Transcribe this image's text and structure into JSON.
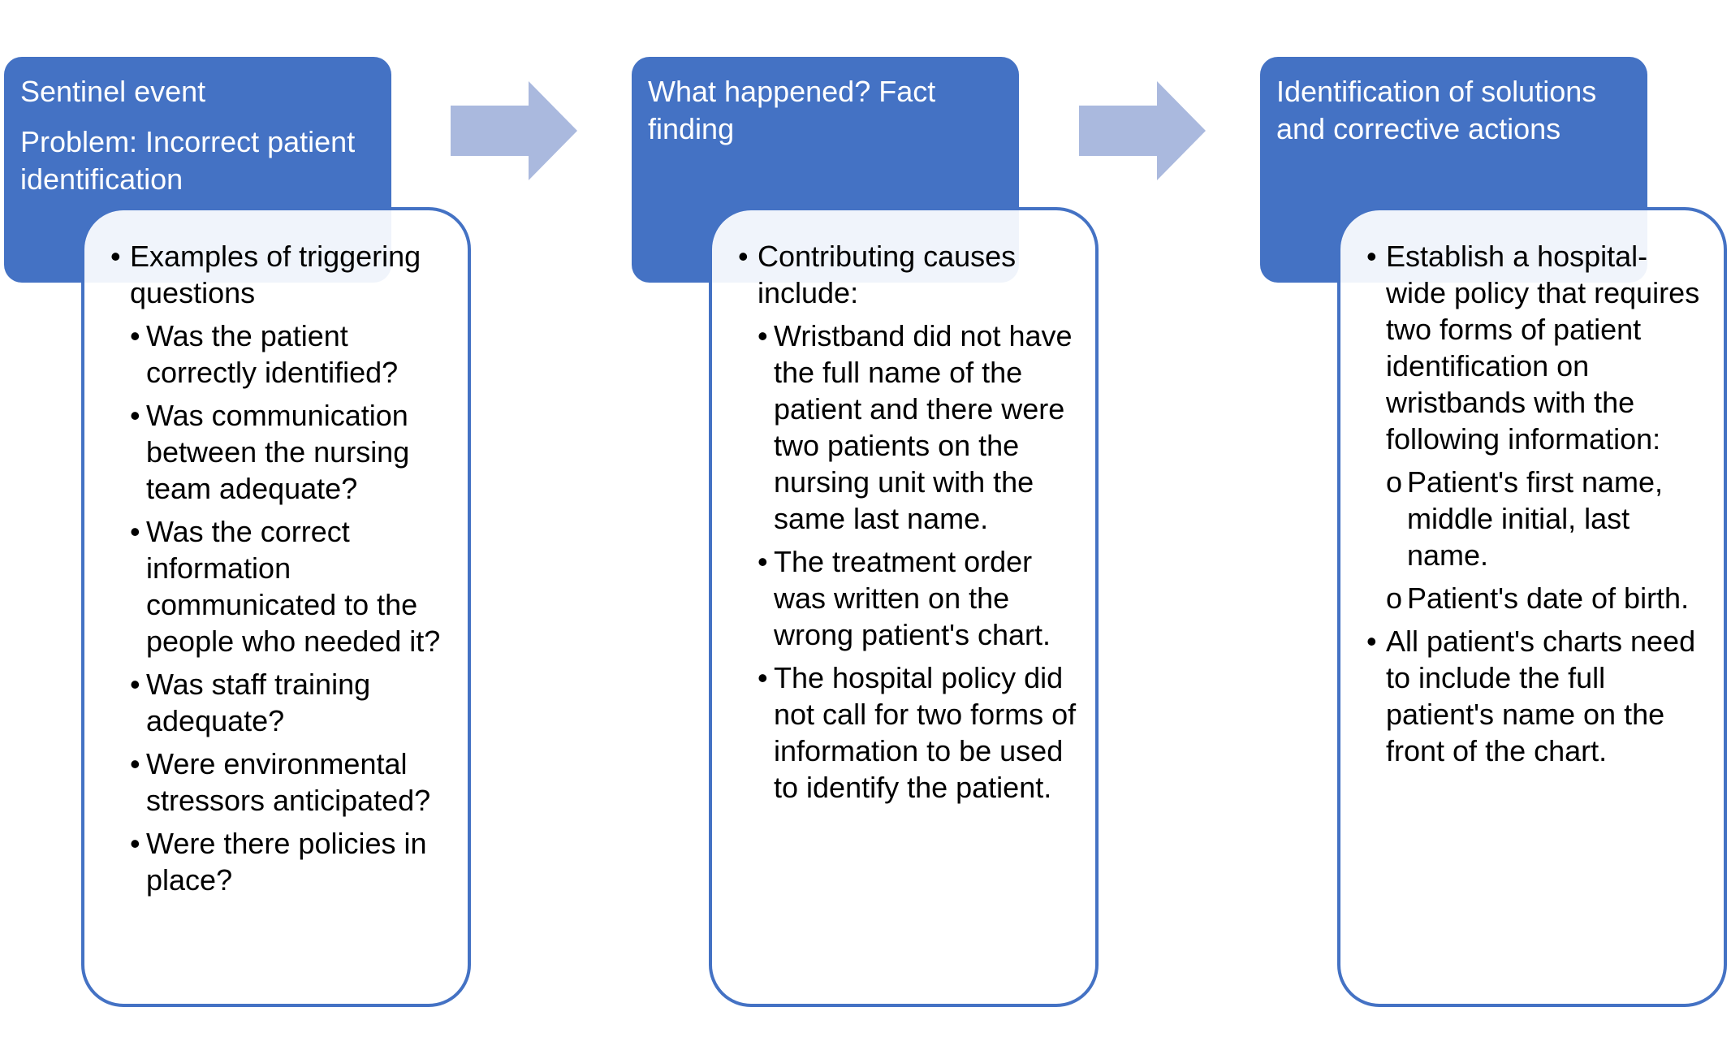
{
  "colors": {
    "header_bg": "#4472c4",
    "card_border": "#4472c4",
    "arrow_fill": "#aab9de"
  },
  "steps": [
    {
      "header_lines": [
        "Sentinel event",
        "Problem: Incorrect patient identification"
      ],
      "intro": "Examples of triggering questions",
      "sub_bullet_symbol": "•",
      "items": [
        "Was the patient correctly identified?",
        "Was communication between the nursing team adequate?",
        "Was the correct information communicated to the people who needed it?",
        "Was staff training adequate?",
        "Were environmental stressors anticipated?",
        "Were there policies in place?"
      ]
    },
    {
      "header_lines": [
        "What happened? Fact finding"
      ],
      "intro": "Contributing causes include:",
      "sub_bullet_symbol": "•",
      "items": [
        "Wristband did not have the full name of the patient and there were two patients on the nursing unit with the same last name.",
        "The treatment order was written on the wrong patient's chart.",
        "The hospital policy did not call for two forms of information to be used to identify the patient."
      ]
    },
    {
      "header_lines": [
        "Identification of solutions and corrective actions"
      ],
      "bullets": [
        {
          "text": "Establish a hospital-wide policy that requires two forms of patient identification on wristbands with the following information:",
          "sub_bullet_symbol": "o",
          "subitems": [
            "Patient's first name, middle initial, last name.",
            "Patient's date of birth."
          ]
        },
        {
          "text": "All patient's charts need to include the full patient's name on the front of the chart.",
          "subitems": []
        }
      ]
    }
  ]
}
